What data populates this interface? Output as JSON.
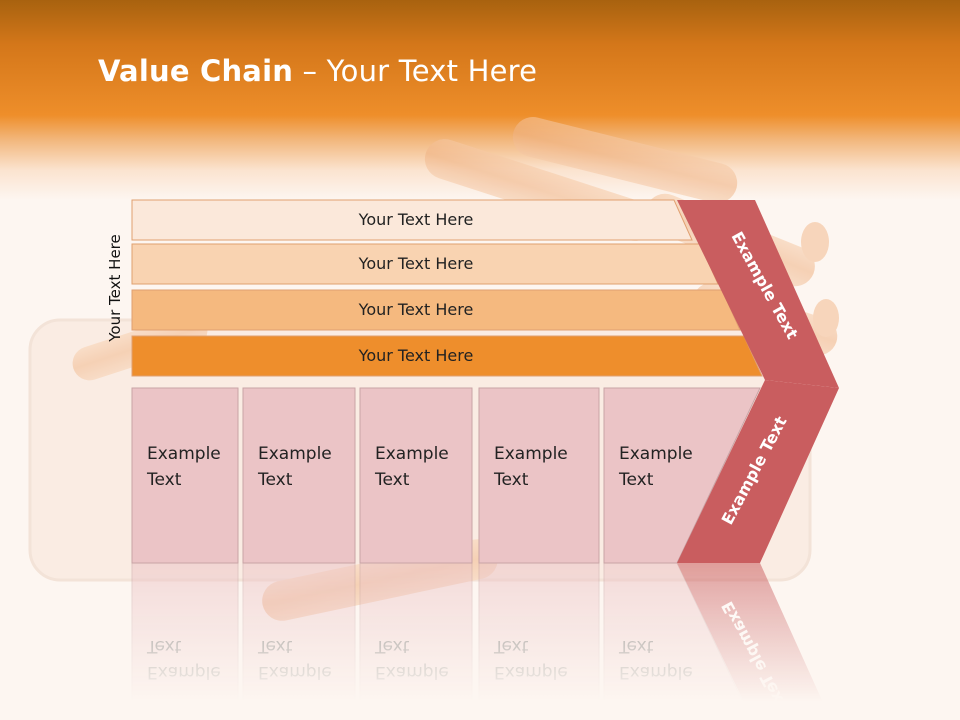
{
  "title": {
    "bold": "Value Chain",
    "rest": " – Your Text Here"
  },
  "side_label": "Your Text Here",
  "bars": [
    {
      "label": "Your Text Here",
      "color": "#fbe8da"
    },
    {
      "label": "Your Text Here",
      "color": "#f9d3b1"
    },
    {
      "label": "Your Text Here",
      "color": "#f5b97f"
    },
    {
      "label": "Your Text Here",
      "color": "#ee8e2c"
    }
  ],
  "boxes": [
    {
      "line1": "Example",
      "line2": "Text"
    },
    {
      "line1": "Example",
      "line2": "Text"
    },
    {
      "line1": "Example",
      "line2": "Text"
    },
    {
      "line1": "Example",
      "line2": "Text"
    },
    {
      "line1": "Example",
      "line2": "Text"
    }
  ],
  "chevron": {
    "upper_label": "Example Text",
    "lower_label": "Example Text",
    "color": "#c95d5f"
  },
  "colors": {
    "box_fill": "#ebc4c6",
    "box_stroke": "#c8a4a6"
  }
}
